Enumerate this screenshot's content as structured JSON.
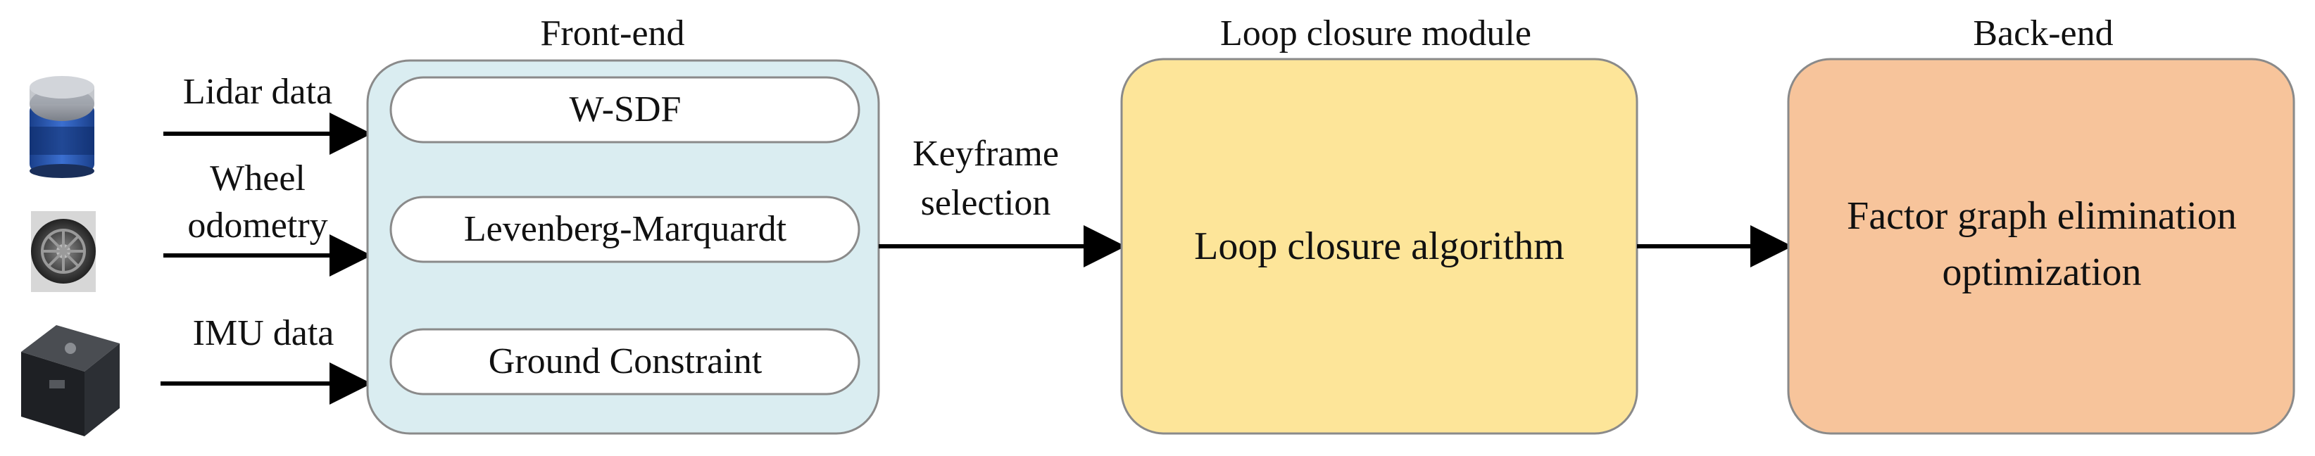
{
  "sensors": {
    "lidar_label": "Lidar data",
    "wheel_label_line1": "Wheel",
    "wheel_label_line2": "odometry",
    "imu_label": "IMU data"
  },
  "front_end": {
    "title": "Front-end",
    "items": [
      "W-SDF",
      "Levenberg-Marquardt",
      "Ground Constraint"
    ]
  },
  "keyframe": {
    "line1": "Keyframe",
    "line2": "selection"
  },
  "loop_closure": {
    "title": "Loop closure module",
    "body": "Loop closure algorithm"
  },
  "back_end": {
    "title": "Back-end",
    "body_line1": "Factor graph elimination",
    "body_line2": "optimization"
  },
  "colors": {
    "front_end_fill": "#daedf1",
    "loop_closure_fill": "#fde599",
    "back_end_fill": "#f7c49b",
    "stroke": "#8a8a8a",
    "arrow": "#000000"
  }
}
